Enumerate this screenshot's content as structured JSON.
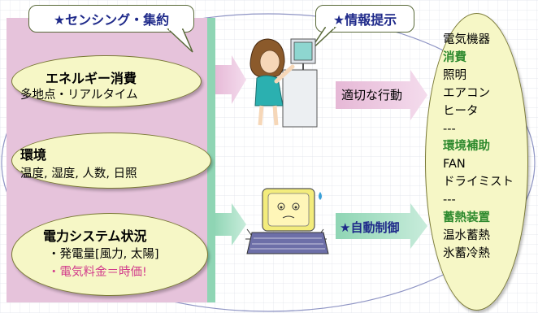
{
  "callouts": {
    "sensing": "★センシング・集約",
    "info": "★情報提示"
  },
  "sensors": [
    {
      "title": "エネルギー消費",
      "line1": "多地点・リアルタイム"
    },
    {
      "title": "環境",
      "line1": "温度, 湿度, 人数, 日照"
    },
    {
      "title": "電力システム状況",
      "line1": "・発電量[風力, 太陽]",
      "line2": "・電気料金＝時価!"
    }
  ],
  "actions": {
    "appropriate": "適切な行動",
    "auto_control": "★自動制御"
  },
  "device_list": [
    {
      "text": "電気機器",
      "heading": false
    },
    {
      "text": "消費",
      "heading": true
    },
    {
      "text": "照明",
      "heading": false
    },
    {
      "text": "エアコン",
      "heading": false
    },
    {
      "text": "ヒータ",
      "heading": false
    },
    {
      "text": "---",
      "heading": false
    },
    {
      "text": "環境補助",
      "heading": true
    },
    {
      "text": "FAN",
      "heading": false
    },
    {
      "text": "ドライミスト",
      "heading": false
    },
    {
      "text": "---",
      "heading": false
    },
    {
      "text": "蓄熱装置",
      "heading": true
    },
    {
      "text": "温水蓄熱",
      "heading": false
    },
    {
      "text": "氷蓄冷熱",
      "heading": false
    }
  ],
  "colors": {
    "panel_pink": "#e6c3db",
    "ellipse_fill": "#f6f7c6",
    "heading_green": "#2e8a2e",
    "callout_text": "#1f2a8a",
    "price_pink": "#d23c8c"
  }
}
